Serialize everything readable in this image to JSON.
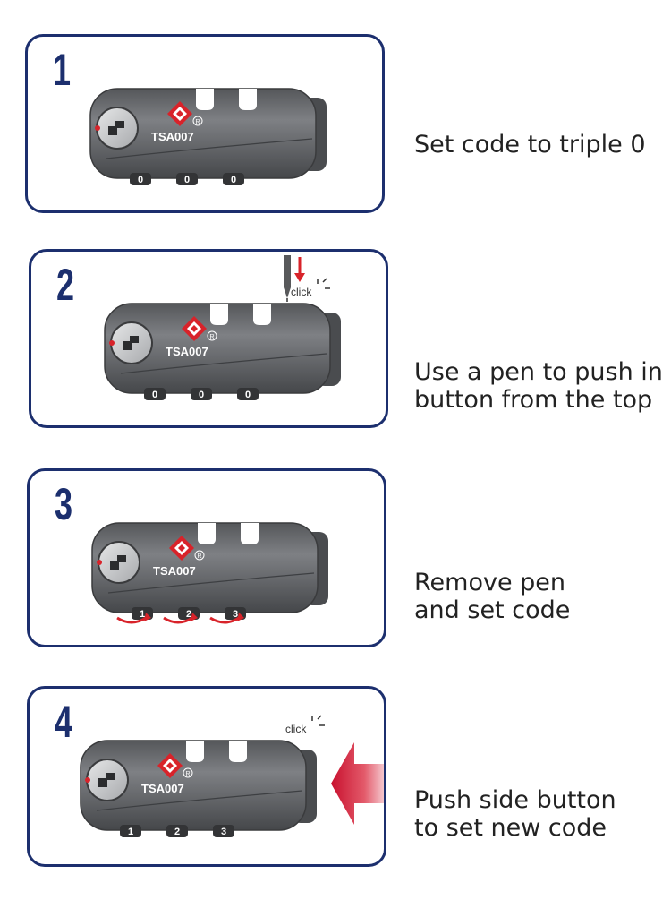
{
  "colors": {
    "frame": "#1c2f6e",
    "lock_body": "#6b6d70",
    "arrow": "#d8232a",
    "text": "#222222"
  },
  "lock": {
    "brand": "TSA007",
    "registered_mark": "®"
  },
  "click_label": "click",
  "steps": [
    {
      "number": "1",
      "caption": "Set code to triple 0",
      "dials": [
        "0",
        "0",
        "0"
      ],
      "pen": false,
      "side_arrow": false,
      "click": false,
      "dial_arrows": false
    },
    {
      "number": "2",
      "caption": "Use a pen to push in\nbutton from the top",
      "dials": [
        "0",
        "0",
        "0"
      ],
      "pen": true,
      "side_arrow": false,
      "click": true,
      "dial_arrows": false
    },
    {
      "number": "3",
      "caption": "Remove pen\nand set code",
      "dials": [
        "1",
        "2",
        "3"
      ],
      "pen": false,
      "side_arrow": false,
      "click": false,
      "dial_arrows": true
    },
    {
      "number": "4",
      "caption": "Push side button\nto set new code",
      "dials": [
        "1",
        "2",
        "3"
      ],
      "pen": false,
      "side_arrow": true,
      "click": true,
      "dial_arrows": false
    }
  ]
}
